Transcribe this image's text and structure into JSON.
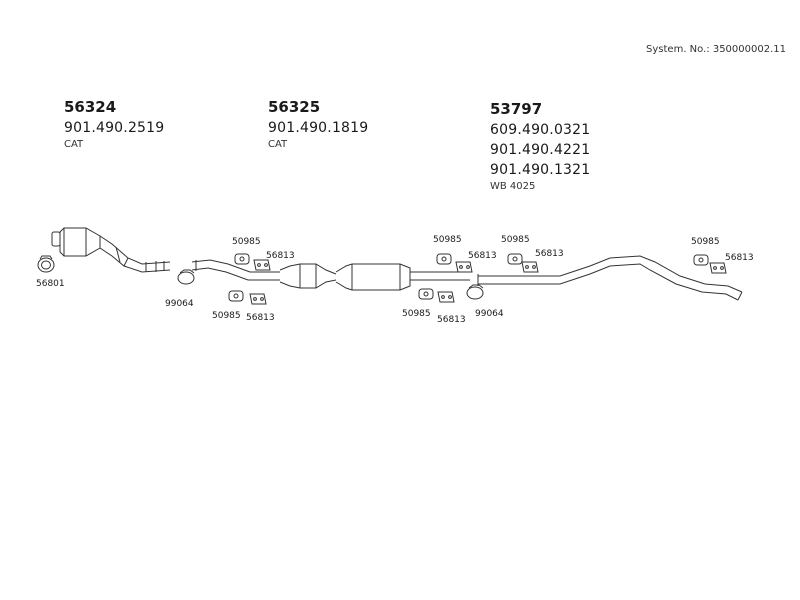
{
  "system_number": "System. No.: 350000002.11",
  "part_groups": [
    {
      "code": "56324",
      "refs": [
        "901.490.2519"
      ],
      "note": "CAT"
    },
    {
      "code": "56325",
      "refs": [
        "901.490.1819"
      ],
      "note": "CAT"
    },
    {
      "code": "53797",
      "refs": [
        "609.490.0321",
        "901.490.4221",
        "901.490.1321"
      ],
      "note": "WB 4025"
    }
  ],
  "labels": {
    "gasket": "56801",
    "clamp_left": "99064",
    "clamp_right": "99064",
    "hanger_1_top": "50985",
    "bracket_1_top": "56813",
    "hanger_1_bottom": "50985",
    "bracket_1_bottom": "56813",
    "hanger_2_top": "50985",
    "bracket_2_top": "56813",
    "hanger_2_bottom": "50985",
    "bracket_2_bottom": "56813",
    "hanger_3_top": "50985",
    "bracket_3_top": "56813",
    "hanger_4_top": "50985",
    "bracket_4_top": "56813"
  }
}
